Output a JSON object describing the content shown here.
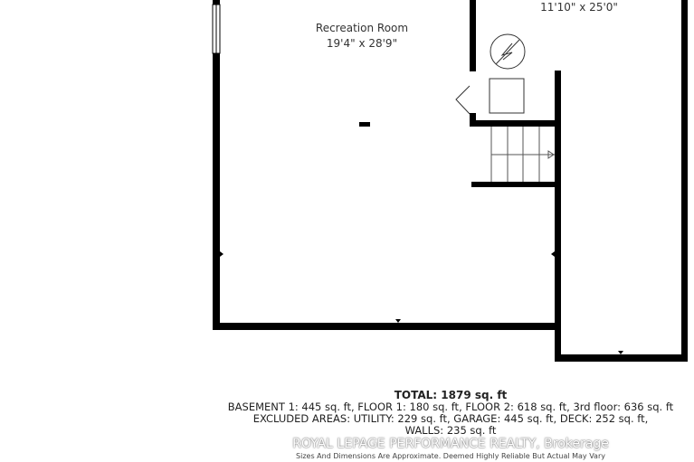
{
  "rooms": [
    {
      "name": "Recreation Room",
      "dimensions": "19'4\" x 28'9\""
    },
    {
      "name": "",
      "dimensions": "11'10\" x 25'0\""
    }
  ],
  "summary": {
    "total": "TOTAL: 1879 sq. ft",
    "floors": "BASEMENT 1: 445 sq. ft, FLOOR 1: 180 sq. ft, FLOOR 2: 618 sq. ft, 3rd floor: 636 sq. ft",
    "excluded": "EXCLUDED AREAS: UTILITY: 229 sq. ft, GARAGE: 445 sq. ft, DECK: 252 sq. ft,",
    "walls": "WALLS: 235 sq. ft",
    "watermark": "ROYAL LEPAGE PERFORMANCE REALTY, Brokerage",
    "disclaimer": "Sizes And Dimensions Are Approximate. Deemed Highly Reliable But Actual May Vary"
  },
  "colors": {
    "wall": "#000000",
    "text": "#222222",
    "watermark": "#ffffff"
  }
}
